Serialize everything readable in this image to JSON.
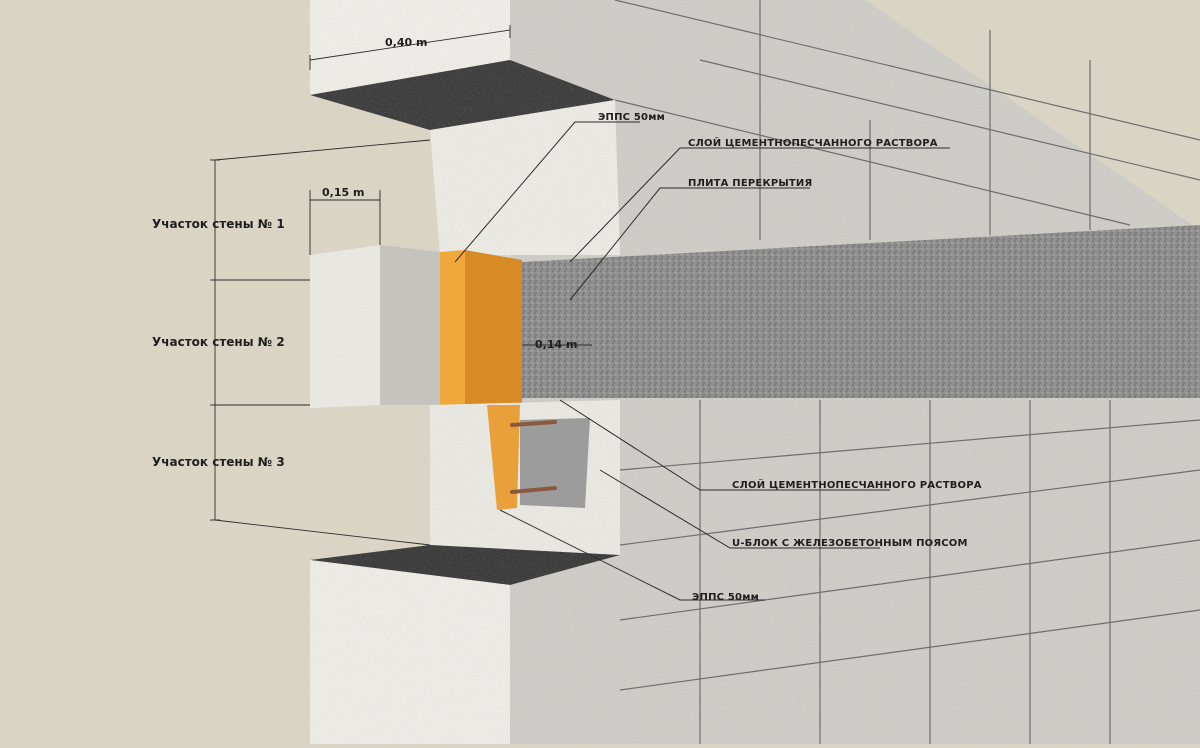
{
  "dimensions": {
    "top_block_depth": "0,40 m",
    "ledge_depth": "0,15 m",
    "slab_gap": "0,14 m"
  },
  "wall_sections": [
    {
      "label": "Участок стены № 1"
    },
    {
      "label": "Участок стены № 2"
    },
    {
      "label": "Участок стены № 3"
    }
  ],
  "callouts": {
    "epps_top": "ЭППС 50мм",
    "mortar_top": "СЛОЙ ЦЕМЕНТНОПЕСЧАННОГО РАСТВОРА",
    "slab": "ПЛИТА ПЕРЕКРЫТИЯ",
    "mortar_bottom": "СЛОЙ ЦЕМЕНТНОПЕСЧАННОГО РАСТВОРА",
    "u_block": "U-БЛОК С ЖЕЛЕЗОБЕТОННЫМ ПОЯСОМ",
    "epps_bottom": "ЭППС 50мм"
  },
  "colors": {
    "background": "#d9d4c4",
    "aerated_block": "#eceae4",
    "block_side": "#c9c8c3",
    "slab_concrete": "#8d8d8d",
    "epps_insulation": "#e59a2c",
    "rebar": "#8a5a3c"
  }
}
